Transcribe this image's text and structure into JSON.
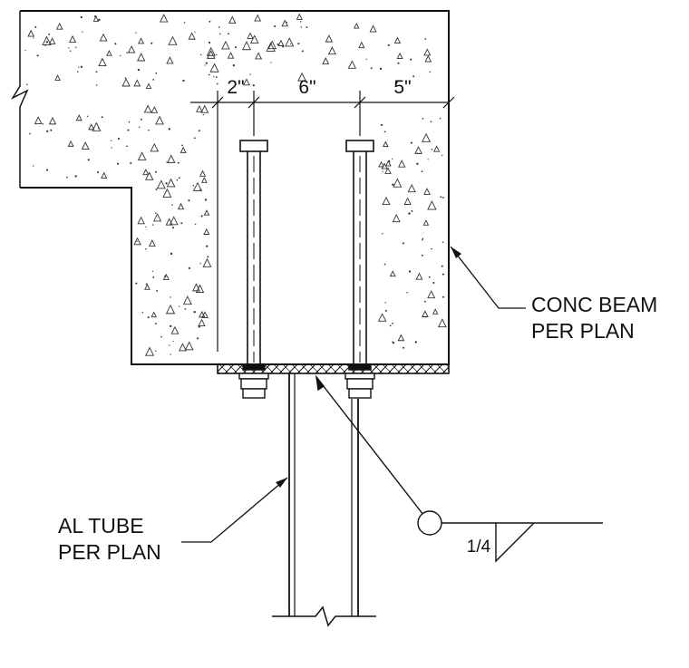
{
  "dimensions": {
    "left": "2\"",
    "middle": "6\"",
    "right": "5\""
  },
  "labels": {
    "beam_line1": "CONC BEAM",
    "beam_line2": "PER PLAN",
    "tube_line1": "AL TUBE",
    "tube_line2": "PER PLAN"
  },
  "weld": {
    "size": "1/4"
  },
  "colors": {
    "line": "#111111",
    "background": "#ffffff"
  }
}
